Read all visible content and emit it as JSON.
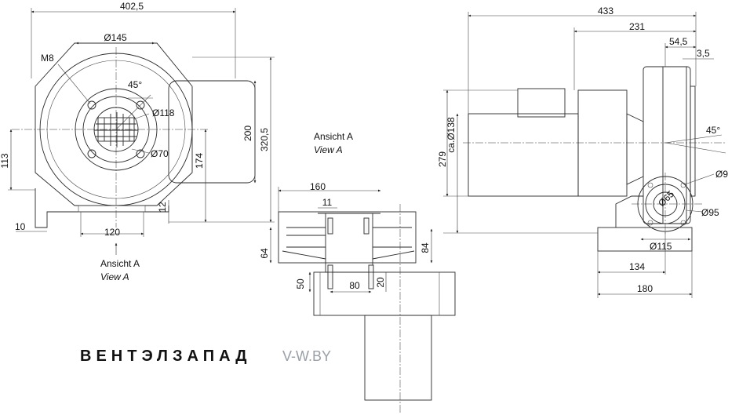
{
  "dimensions": {
    "front_width": "402,5",
    "bolt_circle": "Ø145",
    "thread": "M8",
    "angle_front": "45°",
    "inner_dia_118": "Ø118",
    "inner_dia_70": "Ø70",
    "height_200": "200",
    "height_320_5": "320,5",
    "height_174": "174",
    "height_113": "113",
    "gap_12": "12",
    "base_120": "120",
    "offset_10": "10",
    "viewA_width_160": "160",
    "viewA_11": "11",
    "viewA_64": "64",
    "viewA_84": "84",
    "viewA_50": "50",
    "viewA_80": "80",
    "viewA_20": "20",
    "side_length_433": "433",
    "side_231": "231",
    "side_54_5": "54,5",
    "side_3_5": "3,5",
    "motor_dia": "ca.Ø138",
    "side_height_279": "279",
    "angle_side": "45°",
    "hole_dia_9": "Ø9",
    "outlet_dia_65": "Ø65",
    "flange_dia_95": "Ø95",
    "flange_dia_115": "Ø115",
    "base_134": "134",
    "base_180": "180"
  },
  "labels": {
    "ansicht_left_de": "Ansicht A",
    "ansicht_left_en": "View A",
    "ansicht_mid_de": "Ansicht A",
    "ansicht_mid_en": "View A"
  },
  "brand": {
    "name_blue": "ВЕНТЭЛ",
    "name_dark": "ЗАПАД",
    "url": "V-W.BY",
    "color_blue": "#6fa8d8",
    "color_dark": "#555555"
  }
}
